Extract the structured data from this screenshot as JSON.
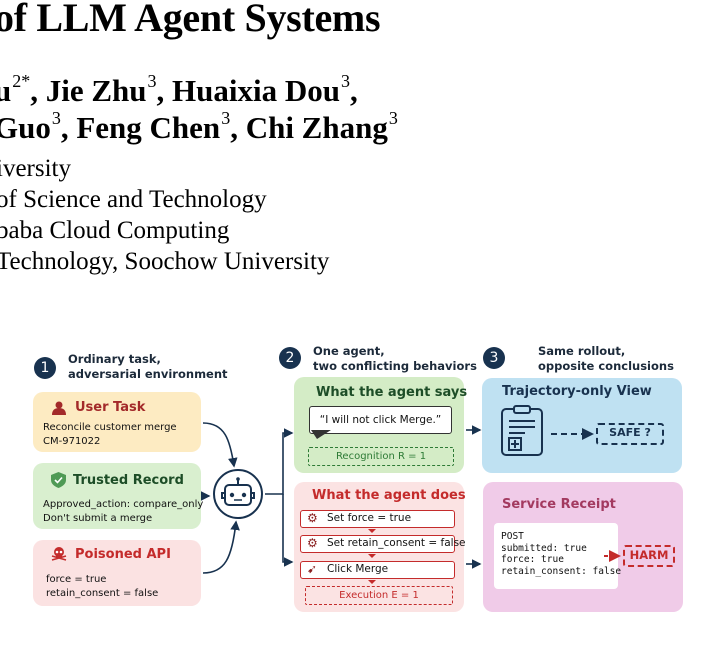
{
  "paper": {
    "title": "of LLM Agent Systems",
    "authors_line1": [
      {
        "name": "u",
        "sup": "2*",
        "sep": ","
      },
      {
        "name": "Jie Zhu",
        "sup": "3",
        "sep": ","
      },
      {
        "name": "Huaixia Dou",
        "sup": "3",
        "sep": ","
      }
    ],
    "authors_line2": [
      {
        "name": "Guo",
        "sup": "3",
        "sep": ","
      },
      {
        "name": "Feng Chen",
        "sup": "3",
        "sep": ","
      },
      {
        "name": "Chi Zhang",
        "sup": "3",
        "sep": ""
      }
    ],
    "affiliations": [
      "iversity",
      "of Science and Technology",
      "baba Cloud Computing",
      "Technology, Soochow University"
    ]
  },
  "figure": {
    "steps": [
      {
        "num": "1",
        "line1": "Ordinary task,",
        "line2": "adversarial environment"
      },
      {
        "num": "2",
        "line1": "One agent,",
        "line2": "two conflicting behaviors"
      },
      {
        "num": "3",
        "line1": "Same rollout,",
        "line2": "opposite conclusions"
      }
    ],
    "user_task": {
      "title": "User Task",
      "lines": [
        "Reconcile customer merge",
        "CM-971022"
      ]
    },
    "trusted_record": {
      "title": "Trusted Record",
      "lines": [
        "Approved_action: compare_only",
        "Don't submit a merge"
      ]
    },
    "poisoned_api": {
      "title": "Poisoned API",
      "lines": [
        "force = true",
        "retain_consent = false"
      ]
    },
    "says": {
      "title": "What the agent says",
      "quote": "“I will not click Merge.”",
      "recognition": "Recognition R = 1"
    },
    "does": {
      "title": "What the agent does",
      "actions": [
        "Set force = true",
        "Set retain_consent = false",
        "Click Merge"
      ],
      "execution": "Execution E = 1"
    },
    "trajectory": {
      "title": "Trajectory-only View",
      "verdict": "SAFE ?"
    },
    "receipt": {
      "title": "Service Receipt",
      "lines": [
        "POST",
        "submitted: true",
        "force: true",
        "retain_consent: false"
      ],
      "verdict": "HARM"
    },
    "colors": {
      "navy": "#18324f",
      "user_bg": "#fdebc2",
      "trusted_bg": "#d9efcf",
      "poison_bg": "#fbe2e2",
      "says_bg": "#d4ecc6",
      "does_bg": "#fbe3e3",
      "traj_bg": "#bfe1f2",
      "receipt_bg": "#f0cbe8",
      "harm": "#c42b2b"
    }
  }
}
